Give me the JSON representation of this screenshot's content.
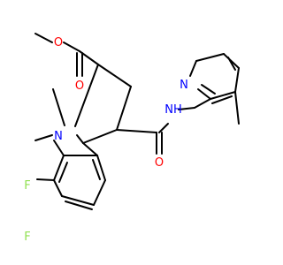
{
  "diagram": {
    "type": "chemical-structure",
    "atom_labels": {
      "ester_o_top": "O",
      "ester_o_carbonyl": "O",
      "ring_n": "N",
      "amide_nh": "NH",
      "amide_o": "O",
      "pyridine_n": "N",
      "fluorine_upper": "F",
      "fluorine_lower": "F"
    },
    "colors": {
      "bond": "#000000",
      "oxygen": "#ff0000",
      "nitrogen": "#0000ff",
      "fluorine": "#90e050"
    }
  }
}
